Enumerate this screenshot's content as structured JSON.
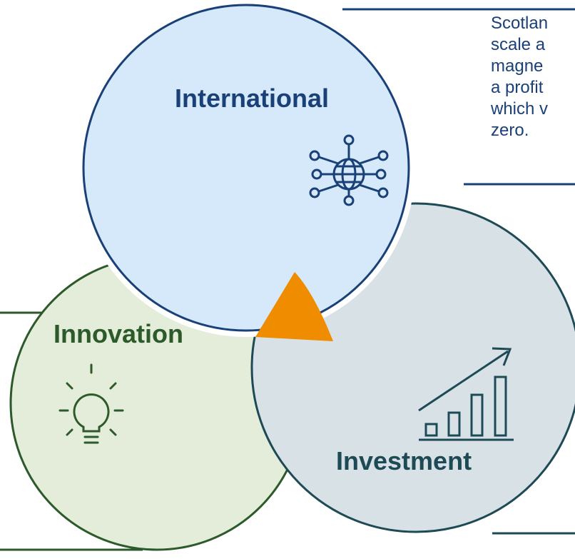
{
  "circles": {
    "international": {
      "label": "International",
      "icon": "globe-network-icon",
      "fill": "#d6e9fa",
      "stroke": "#1a4078"
    },
    "innovation": {
      "label": "Innovation",
      "icon": "lightbulb-icon",
      "fill": "#e3edd9",
      "stroke": "#2d5a2a"
    },
    "investment": {
      "label": "Investment",
      "icon": "growth-chart-icon",
      "fill": "#d8e1e6",
      "stroke": "#1d4a55"
    }
  },
  "overlap": {
    "fill": "#f08c00"
  },
  "description": {
    "lines": [
      "Scotlan",
      "scale a",
      "magne",
      "a profit",
      "which v",
      "zero."
    ]
  }
}
